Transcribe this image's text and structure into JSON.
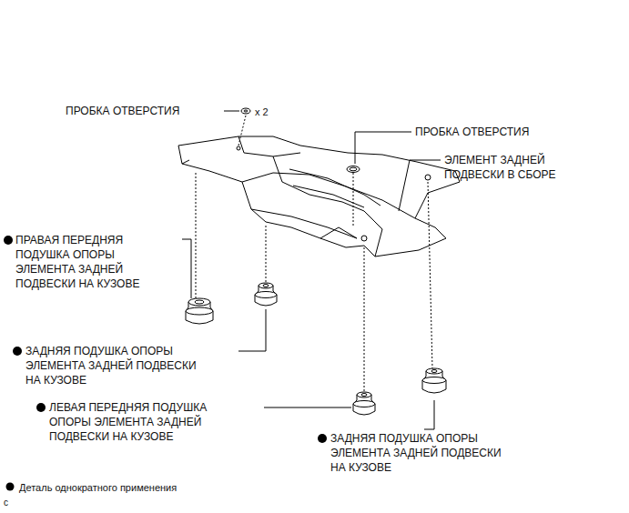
{
  "diagram": {
    "labels": [
      "ПРОБКА ОТВЕРСТИЯ",
      "x 2",
      "ПРОБКА ОТВЕРСТИЯ",
      "ЭЛЕМЕНТ ЗАДНЕЙ ПОДВЕСКИ В СБОРЕ",
      "ПРАВАЯ ПЕРЕДНЯЯ ПОДУШКА ОПОРЫ ЭЛЕМЕНТА ЗАДНЕЙ ПОДВЕСКИ НА КУЗОВЕ",
      "ЗАДНЯЯ ПОДУШКА ОПОРЫ ЭЛЕМЕНТА ЗАДНЕЙ ПОДВЕСКИ НА КУЗОВЕ",
      "ЛЕВАЯ ПЕРЕДНЯЯ ПОДУШКА ОПОРЫ ЭЛЕМЕНТА ЗАДНЕЙ ПОДВЕСКИ НА КУЗОВЕ",
      "ЗАДНЯЯ ПОДУШКА ОПОРЫ ЭЛЕМЕНТА ЗАДНЕЙ ПОДВЕСКИ НА КУЗОВЕ",
      "c"
    ],
    "legend": [
      {
        "text": "Деталь однократного применения"
      }
    ]
  }
}
